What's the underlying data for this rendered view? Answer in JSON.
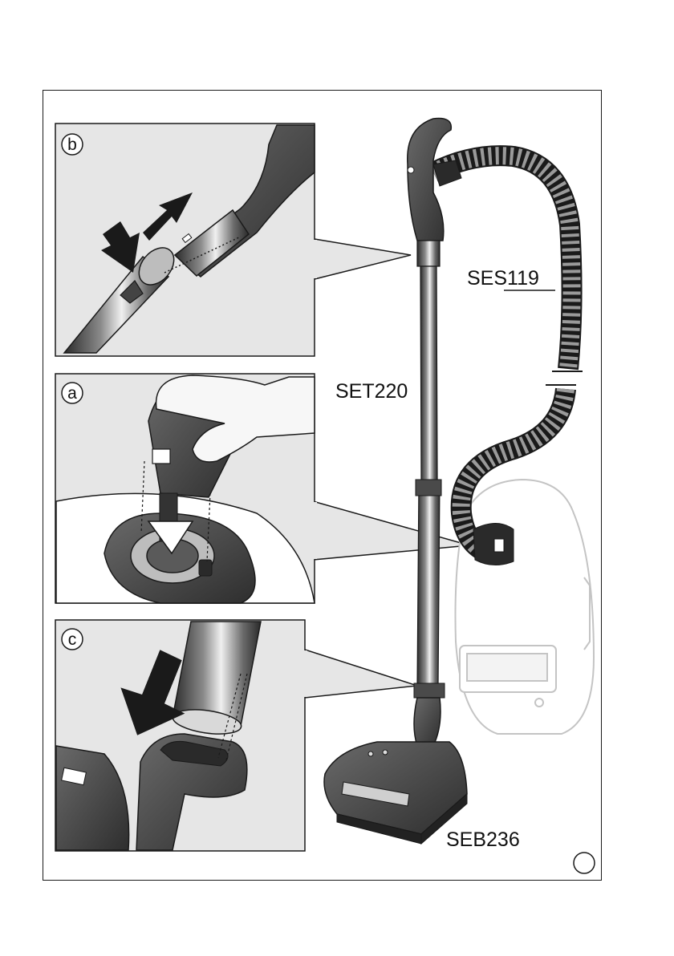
{
  "panels": {
    "b": {
      "label": "b"
    },
    "a": {
      "label": "a"
    },
    "c": {
      "label": "c"
    }
  },
  "parts": {
    "hose": "SES119",
    "tube": "SET220",
    "floorhead": "SEB236"
  },
  "colors": {
    "panel_bg": "#e6e6e6",
    "outline": "#1a1a1a",
    "dark_metal": "#3a3a3a",
    "ghost_vacuum": "#c4c4c4"
  }
}
